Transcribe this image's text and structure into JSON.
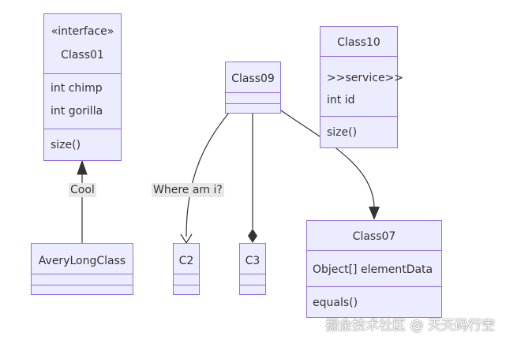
{
  "diagram": {
    "classes": {
      "class01": {
        "stereotype": "«interface»",
        "name": "Class01",
        "members": [
          "int chimp",
          "int gorilla"
        ],
        "methods": [
          "size()"
        ]
      },
      "class10": {
        "name": "Class10",
        "members": [
          ">>service>>",
          "int id"
        ],
        "methods": [
          "size()"
        ]
      },
      "class09": {
        "name": "Class09"
      },
      "averylongclass": {
        "name": "AveryLongClass"
      },
      "c2": {
        "name": "C2"
      },
      "c3": {
        "name": "C3"
      },
      "class07": {
        "name": "Class07",
        "members": [
          "Object[] elementData"
        ],
        "methods": [
          "equals()"
        ]
      }
    },
    "relations": {
      "cool": "Cool",
      "where": "Where am i?"
    }
  },
  "watermark": "掘金技术社区 @ 天天码行空",
  "colors": {
    "box_fill": "#ececff",
    "box_border": "#9370db",
    "edge": "#333333",
    "label_bg": "#e8e8e8"
  }
}
